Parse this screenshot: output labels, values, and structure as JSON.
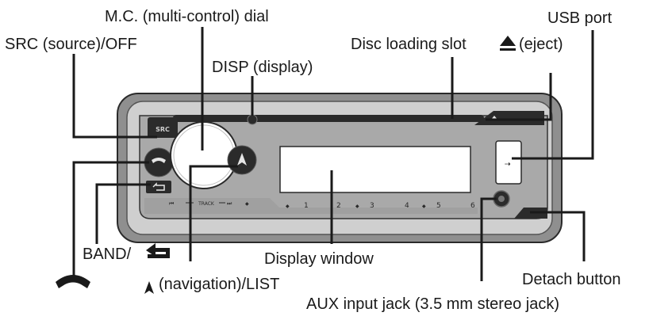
{
  "labels": {
    "mc_dial": "M.C. (multi-control) dial",
    "usb_port": "USB port",
    "src": "SRC (source)/OFF",
    "disc_slot": "Disc loading slot",
    "eject_text": "(eject)",
    "disp": "DISP (display)",
    "band": "BAND/",
    "display_window": "Display window",
    "navigation": "(navigation)/LIST",
    "detach": "Detach button",
    "aux": "AUX input jack (3.5 mm stereo jack)"
  },
  "icons": {
    "eject": "eject-icon",
    "back_arrow": "return-arrow-icon",
    "phone": "phone-handset-icon",
    "nav_up": "up-triangle-icon"
  },
  "faceplate": {
    "src_text": "SRC",
    "track_text": "TRACK",
    "numbers": [
      "1",
      "2",
      "3",
      "4",
      "5",
      "6"
    ]
  },
  "colors": {
    "outer_frame": "#8c8c8c",
    "inner_panel": "#a8a8a8",
    "dark_button": "#2b2b2b",
    "leader_line": "#1a1a1a"
  }
}
